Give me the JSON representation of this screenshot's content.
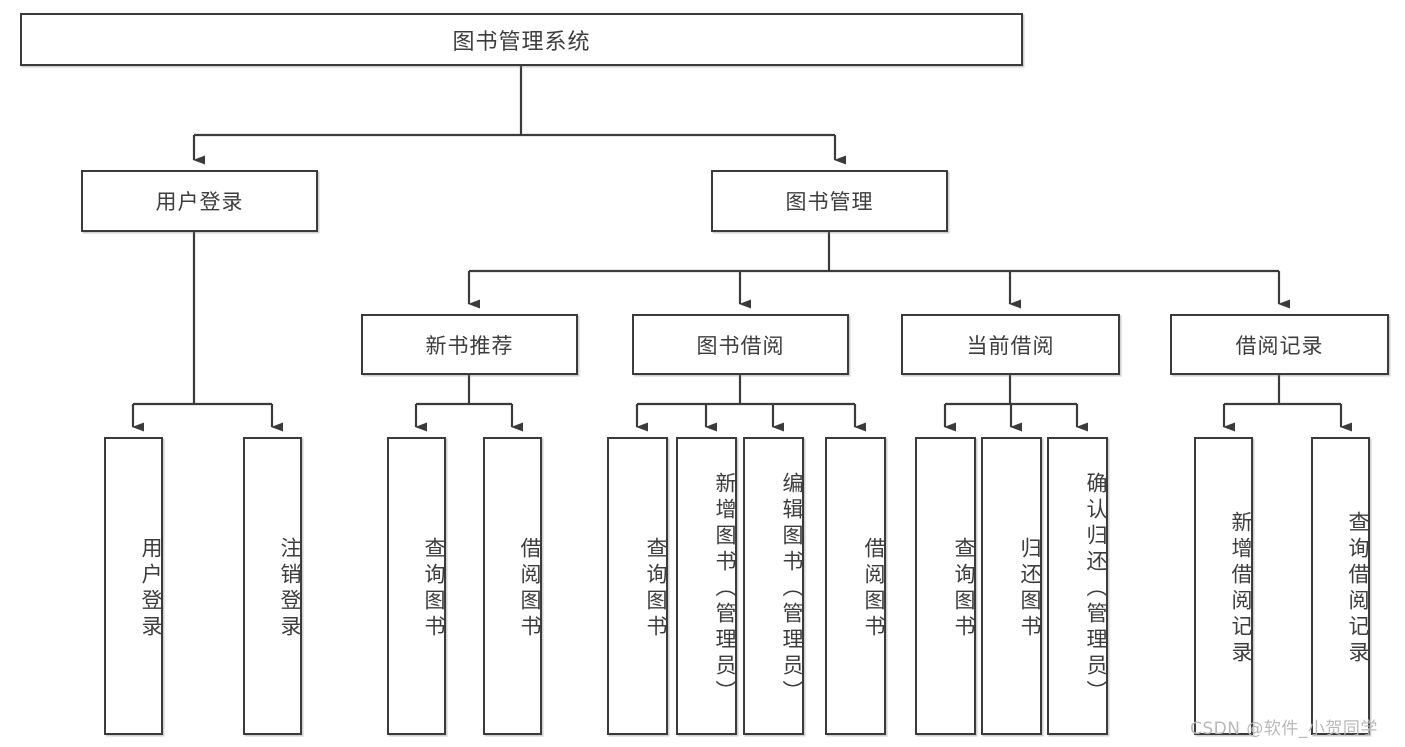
{
  "diagram": {
    "title": "图书管理系统",
    "type": "hierarchy-tree",
    "stroke_color": "#3b3b3b",
    "text_color": "#3d3d3d",
    "background_color": "#ffffff",
    "root": {
      "label": "图书管理系统"
    },
    "level2": [
      {
        "label": "用户登录"
      },
      {
        "label": "图书管理"
      }
    ],
    "level3": [
      {
        "label": "新书推荐"
      },
      {
        "label": "图书借阅"
      },
      {
        "label": "当前借阅"
      },
      {
        "label": "借阅记录"
      }
    ],
    "leaves": {
      "user_login": [
        {
          "label": "用户登录"
        },
        {
          "label": "注销登录"
        }
      ],
      "new_book_recommend": [
        {
          "label": "查询图书"
        },
        {
          "label": "借阅图书"
        }
      ],
      "book_borrow": [
        {
          "label": "查询图书"
        },
        {
          "label": "新增图书（管理员）"
        },
        {
          "label": "编辑图书（管理员）"
        },
        {
          "label": "借阅图书"
        }
      ],
      "current_borrow": [
        {
          "label": "查询图书"
        },
        {
          "label": "归还图书"
        },
        {
          "label": "确认归还（管理员）"
        }
      ],
      "borrow_record": [
        {
          "label": "新增借阅记录"
        },
        {
          "label": "查询借阅记录"
        }
      ]
    }
  },
  "watermark": {
    "text": "CSDN @软件_小贺同学",
    "color": "#b9b9b9"
  }
}
